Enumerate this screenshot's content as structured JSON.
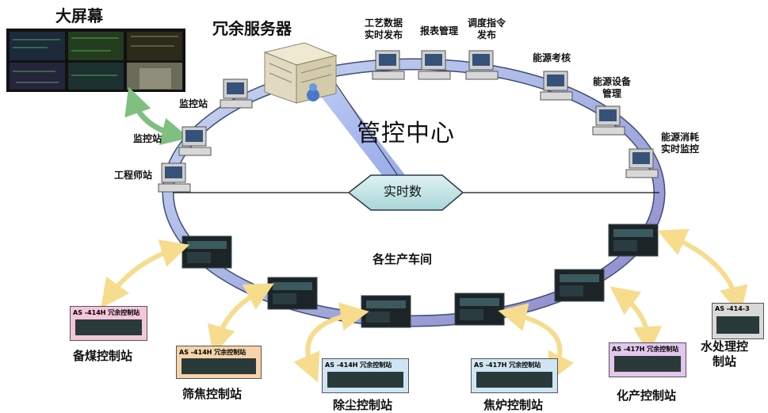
{
  "big_screen": {
    "title": "大屏幕"
  },
  "server": {
    "title": "冗余服务器"
  },
  "center": {
    "title": "管控中心",
    "realtime_db": "实时数"
  },
  "workshops": {
    "title": "各生产车间"
  },
  "workstations": [
    {
      "id": "monitor_station_1",
      "label": "监控站"
    },
    {
      "id": "monitor_station_2",
      "label": "监控站"
    },
    {
      "id": "engineer_station",
      "label": "工程师站"
    },
    {
      "id": "process_data_publish",
      "label": "工艺数据\n实时发布"
    },
    {
      "id": "report_mgmt",
      "label": "报表管理"
    },
    {
      "id": "dispatch_publish",
      "label": "调度指令\n发布"
    },
    {
      "id": "energy_assessment",
      "label": "能源考核"
    },
    {
      "id": "energy_equipment_mgmt",
      "label": "能源设备\n管理"
    },
    {
      "id": "energy_consumption_monitor",
      "label": "能源消耗\n实时监控"
    }
  ],
  "control_stations": [
    {
      "id": "coal_prep",
      "label": "备煤控制站",
      "panel": "AS  -414H  冗余控制站",
      "color": "#f4c6d9"
    },
    {
      "id": "coke_screen",
      "label": "筛焦控制站",
      "panel": "AS  -414H  冗余控制站",
      "color": "#f6d3a8"
    },
    {
      "id": "dust_removal",
      "label": "除尘控制站",
      "panel": "AS  -414H  冗余控制站",
      "color": "#cfe5f3"
    },
    {
      "id": "coke_oven",
      "label": "焦炉控制站",
      "panel": "AS  -417H  冗余控制站",
      "color": "#cfe5f3"
    },
    {
      "id": "chemical",
      "label": "化产控制站",
      "panel": "AS  -417H  冗余控制站",
      "color": "#e3c6ec"
    },
    {
      "id": "water_treatment",
      "label": "水处理控\n制站",
      "panel": "AS  -414-3",
      "color": "#d9d9d9"
    }
  ]
}
